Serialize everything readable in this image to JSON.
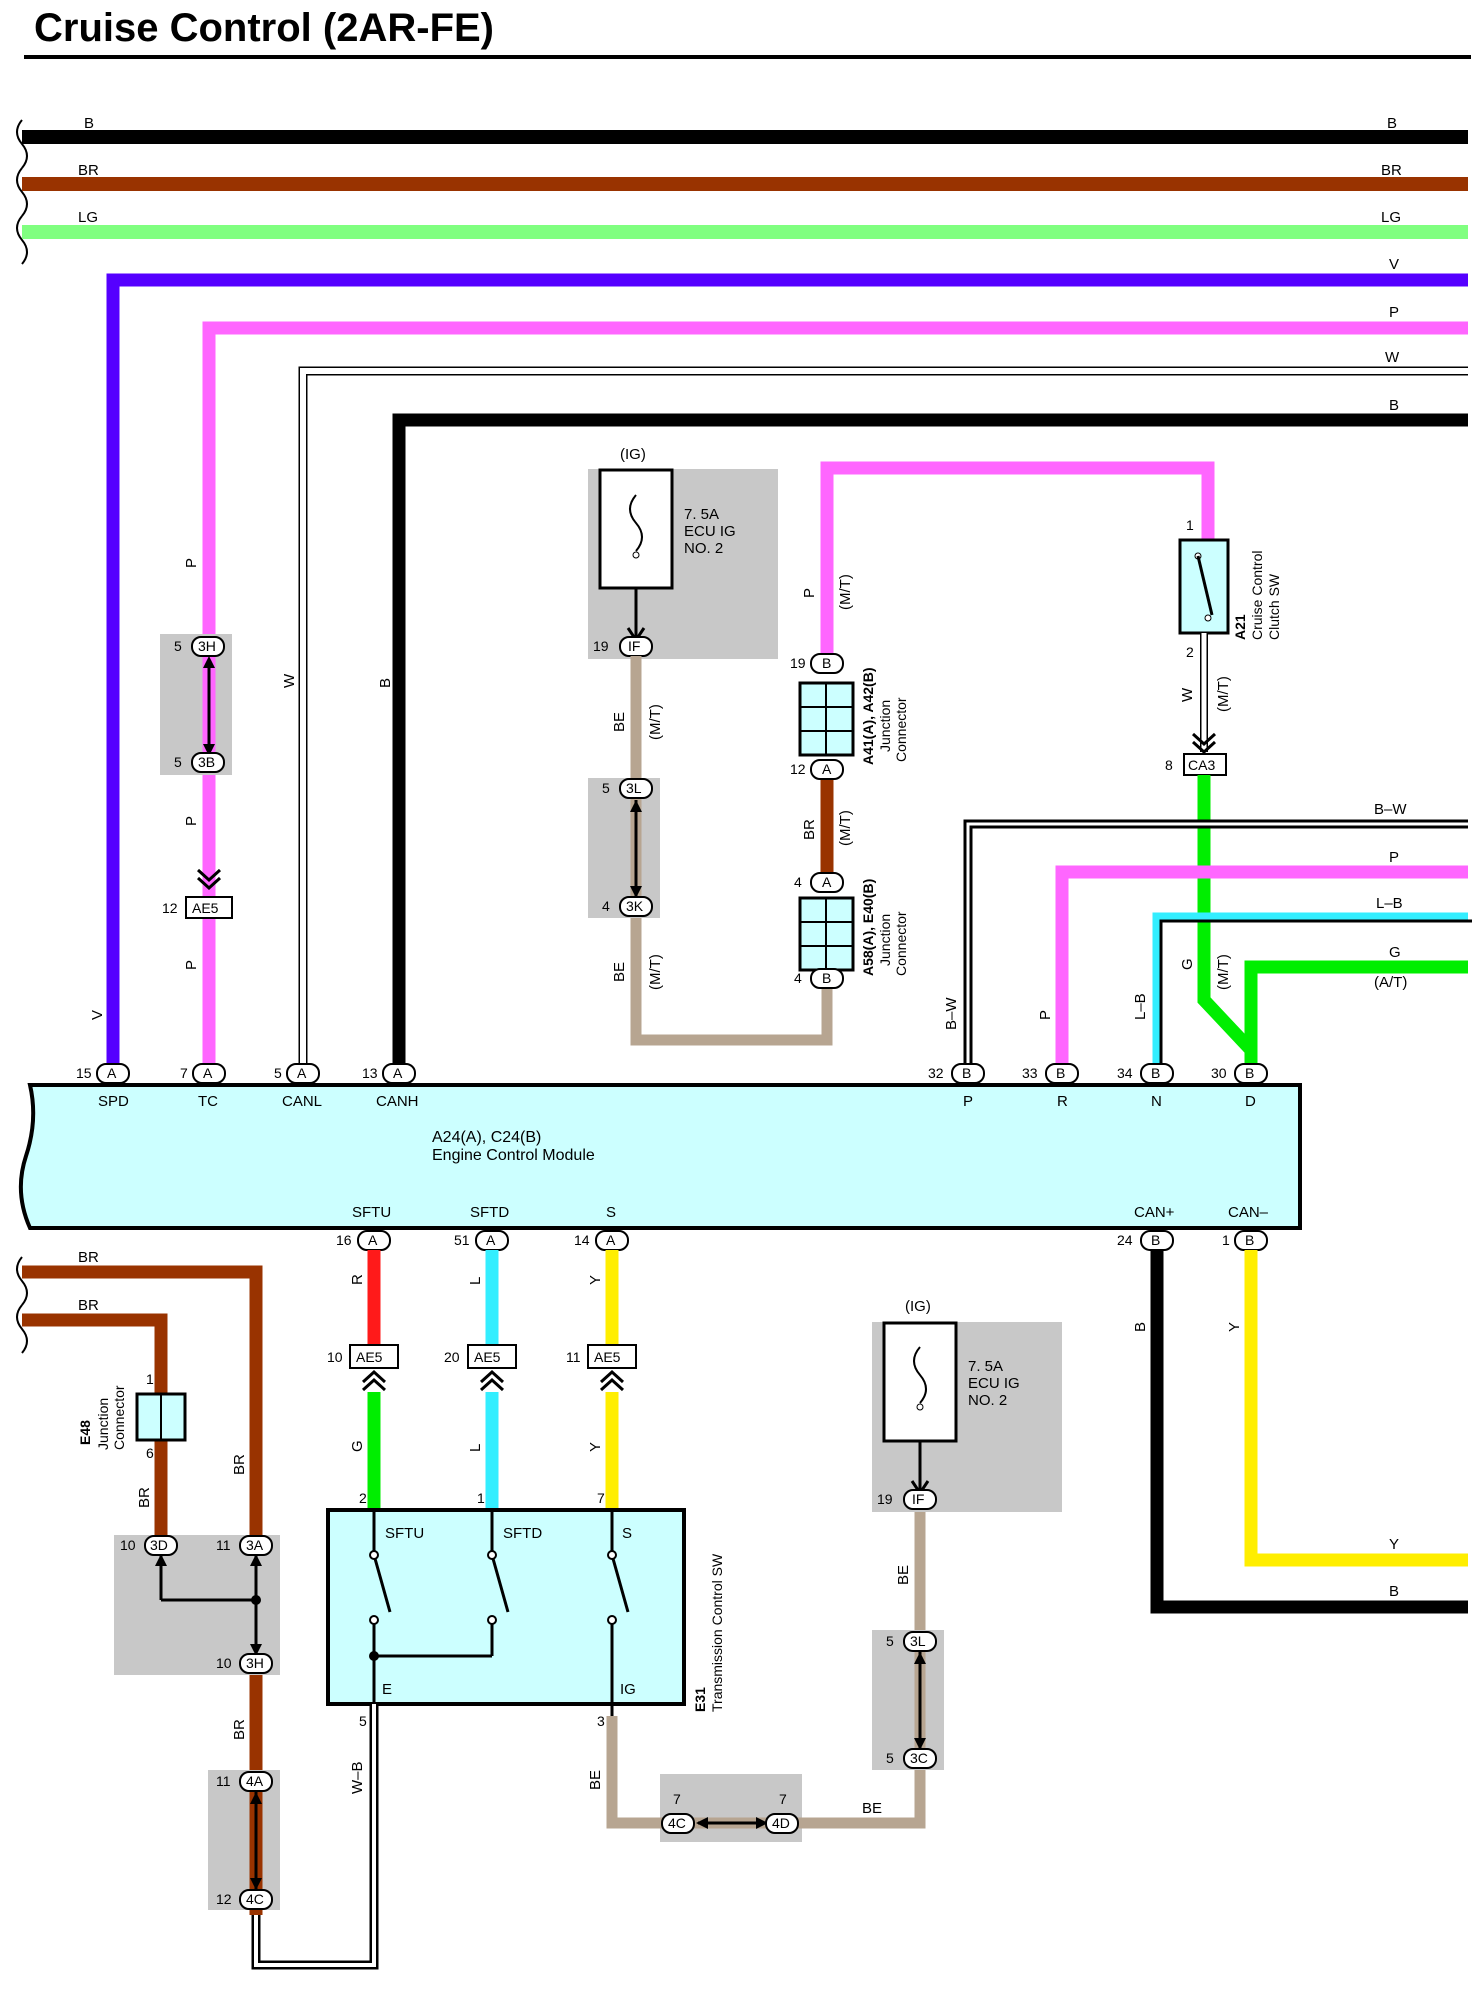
{
  "title": "Cruise Control (2AR-FE)",
  "colors": {
    "B": "#000000",
    "BR": "#993300",
    "LG": "#80ff80",
    "V": "#5500ff",
    "P": "#ff66ff",
    "W": "#ffffff",
    "BE": "#b7a591",
    "G": "#00ee00",
    "L": "#33eeff",
    "R": "#ff1a1a",
    "Y": "#ffee00",
    "LB": "#33eeff",
    "module_fill": "#ccffff",
    "shade": "#c8c8c8"
  },
  "bus_wires": [
    "B",
    "BR",
    "LG",
    "V",
    "P",
    "W",
    "B"
  ],
  "ecm": {
    "name": "A24(A), C24(B)",
    "desc": "Engine Control Module",
    "top_pins": [
      {
        "num": "15",
        "conn": "A",
        "label": "SPD",
        "wire": "V"
      },
      {
        "num": "7",
        "conn": "A",
        "label": "TC",
        "wire": "P"
      },
      {
        "num": "5",
        "conn": "A",
        "label": "CANL",
        "wire": "W"
      },
      {
        "num": "13",
        "conn": "A",
        "label": "CANH",
        "wire": "B"
      },
      {
        "num": "32",
        "conn": "B",
        "label": "P",
        "wire": "B–W"
      },
      {
        "num": "33",
        "conn": "B",
        "label": "R",
        "wire": "P"
      },
      {
        "num": "34",
        "conn": "B",
        "label": "N",
        "wire": "L–B"
      },
      {
        "num": "30",
        "conn": "B",
        "label": "D",
        "wire": "G"
      }
    ],
    "bottom_pins": [
      {
        "num": "16",
        "conn": "A",
        "label": "SFTU",
        "wire": "R"
      },
      {
        "num": "51",
        "conn": "A",
        "label": "SFTD",
        "wire": "L"
      },
      {
        "num": "14",
        "conn": "A",
        "label": "S",
        "wire": "Y"
      },
      {
        "num": "24",
        "conn": "B",
        "label": "CAN+",
        "wire": "B"
      },
      {
        "num": "1",
        "conn": "B",
        "label": "CAN–",
        "wire": "Y"
      }
    ]
  },
  "right_wires": [
    {
      "label": "B–W"
    },
    {
      "label": "P"
    },
    {
      "label": "L–B"
    },
    {
      "label": "G",
      "note": "(A/T)"
    }
  ],
  "fuse": {
    "source": "(IG)",
    "rating": "7. 5A",
    "name": "ECU IG",
    "number": "NO. 2",
    "pin": "19",
    "conn": "IF"
  },
  "junction_a": {
    "name": "A41(A), A42(B)",
    "desc1": "Junction",
    "desc2": "Connector",
    "pin_top": "19",
    "conn_top": "B",
    "pin_bot": "12",
    "conn_bot": "A"
  },
  "junction_b": {
    "name": "A58(A), E40(B)",
    "desc1": "Junction",
    "desc2": "Connector",
    "pin_top": "4",
    "conn_top": "A",
    "pin_bot": "4",
    "conn_bot": "B"
  },
  "clutch_sw": {
    "name": "A21",
    "desc1": "Cruise Control",
    "desc2": "Clutch SW",
    "pin_top": "1",
    "pin_bot": "2",
    "conn": "CA3",
    "conn_pin": "8"
  },
  "e48": {
    "name": "E48",
    "desc1": "Junction",
    "desc2": "Connector",
    "pin_top": "1",
    "pin_bot": "6"
  },
  "trans_sw": {
    "name": "E31",
    "desc": "Transmission Control SW",
    "sw1": "SFTU",
    "sw2": "SFTD",
    "sw3": "S",
    "e": "E",
    "ig": "IG",
    "pin_sftu": "2",
    "pin_sftd": "1",
    "pin_s": "7",
    "pin_e": "5",
    "pin_ig": "3"
  },
  "conn_labels": {
    "3H": "3H",
    "3B": "3B",
    "AE5": "AE5",
    "3L": "3L",
    "3K": "3K",
    "3D": "3D",
    "3A": "3A",
    "4A": "4A",
    "4C": "4C",
    "3C": "3C",
    "4D": "4D",
    "A": "A",
    "B": "B"
  },
  "pin_nums": {
    "n5": "5",
    "n12": "12",
    "n4": "4",
    "n10": "10",
    "n20": "20",
    "n11": "11",
    "n7": "7",
    "n19": "19"
  },
  "wire_labels": {
    "B": "B",
    "BR": "BR",
    "LG": "LG",
    "V": "V",
    "P": "P",
    "W": "W",
    "BE": "BE",
    "G": "G",
    "L": "L",
    "R": "R",
    "Y": "Y",
    "WB": "W–B",
    "MT": "(M/T)"
  }
}
